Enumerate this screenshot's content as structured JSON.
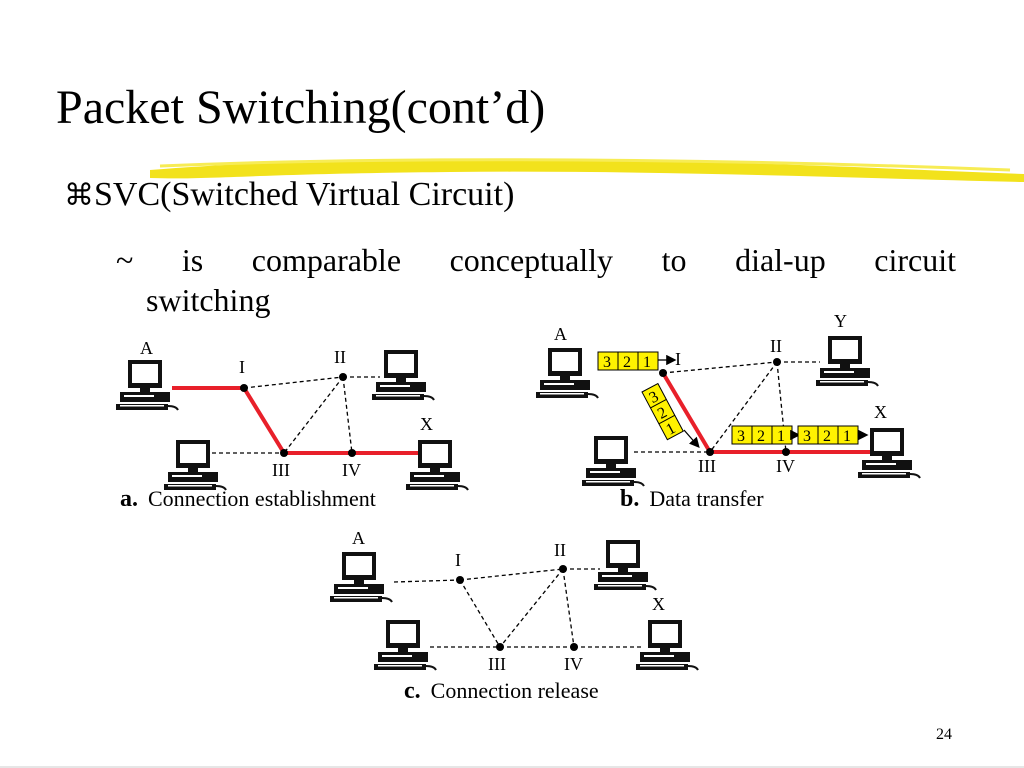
{
  "slide": {
    "title": "Packet Switching(cont’d)",
    "bullet_symbol": "⌘",
    "bullet_text": "SVC(Switched Virtual Circuit)",
    "sub_line1": "~ is comparable conceptually to dial-up circuit",
    "sub_line2": "switching",
    "page_number": "24"
  },
  "diagram_a": {
    "hosts": {
      "a": "A",
      "x": "X"
    },
    "switches": {
      "s1": "I",
      "s2": "II",
      "s3": "III",
      "s4": "IV"
    },
    "caption_letter": "a.",
    "caption_text": "Connection establishment"
  },
  "diagram_b": {
    "hosts": {
      "a": "A",
      "y": "Y",
      "x": "X"
    },
    "switches": {
      "s1": "I",
      "s2": "II",
      "s3": "III",
      "s4": "IV"
    },
    "packets": [
      "3",
      "2",
      "1"
    ],
    "caption_letter": "b.",
    "caption_text": "Data transfer"
  },
  "diagram_c": {
    "hosts": {
      "a": "A",
      "x": "X"
    },
    "switches": {
      "s1": "I",
      "s2": "II",
      "s3": "III",
      "s4": "IV"
    },
    "caption_letter": "c.",
    "caption_text": "Connection release"
  },
  "colors": {
    "circuit": "#e8202a",
    "packet_fill": "#fff200",
    "highlight": "#f2e21c"
  }
}
